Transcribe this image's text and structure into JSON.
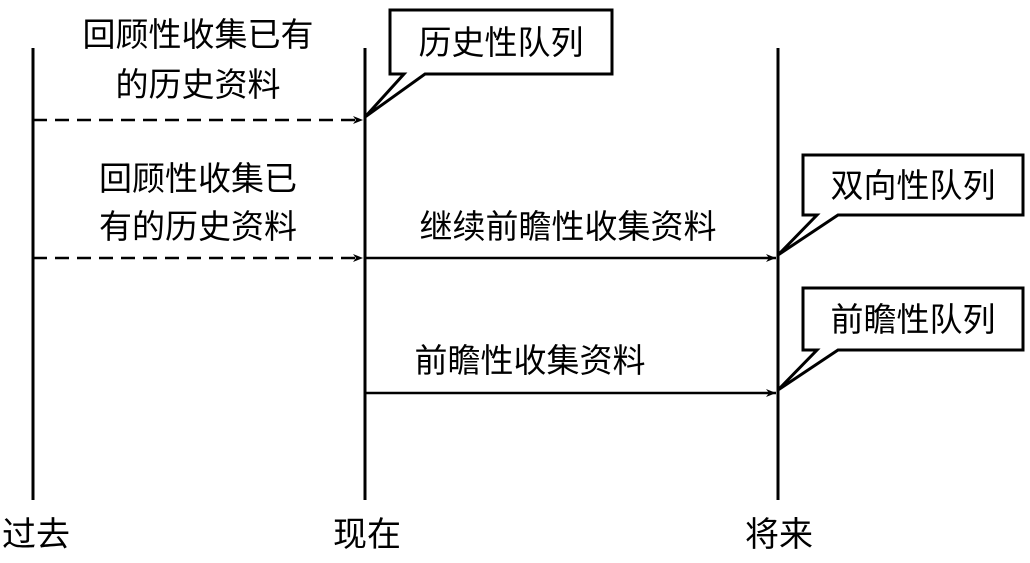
{
  "timeline": {
    "past": "过去",
    "present": "现在",
    "future": "将来"
  },
  "row1": {
    "label_line1": "回顾性收集已有",
    "label_line2": "的历史资料",
    "callout": "历史性队列"
  },
  "row2": {
    "label_line1": "回顾性收集已",
    "label_line2": "有的历史资料",
    "right_label": "继续前瞻性收集资料",
    "callout": "双向性队列"
  },
  "row3": {
    "label": "前瞻性收集资料",
    "callout": "前瞻性队列"
  }
}
